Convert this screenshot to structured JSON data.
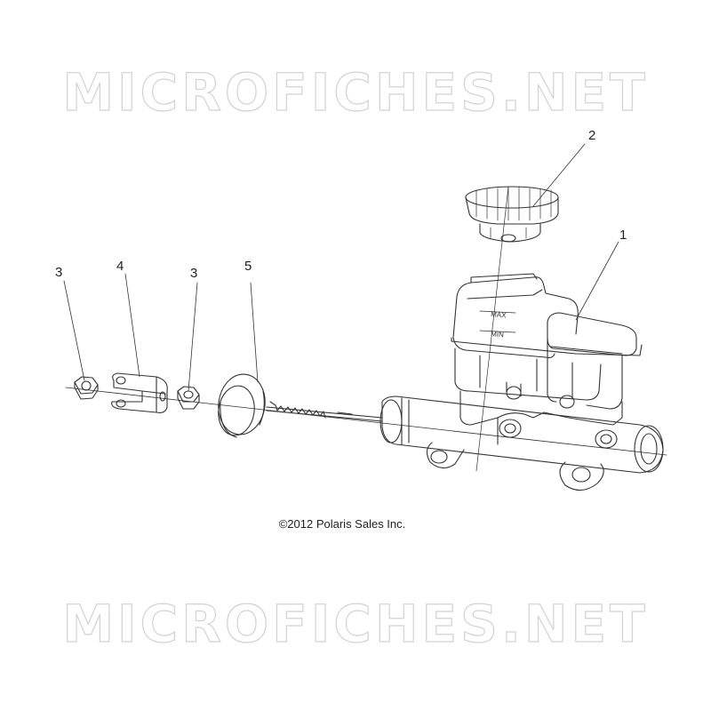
{
  "watermark": "MICROFICHES.NET",
  "copyright": "©2012 Polaris Sales Inc.",
  "reservoir_labels": {
    "max": "MAX",
    "min": "MIN"
  },
  "callouts": [
    {
      "id": "c1",
      "label": "1"
    },
    {
      "id": "c2",
      "label": "2"
    },
    {
      "id": "c3a",
      "label": "3"
    },
    {
      "id": "c4",
      "label": "4"
    },
    {
      "id": "c3b",
      "label": "3"
    },
    {
      "id": "c5",
      "label": "5"
    }
  ],
  "colors": {
    "line": "#333333",
    "watermark_outline": "#d2d2d2"
  }
}
